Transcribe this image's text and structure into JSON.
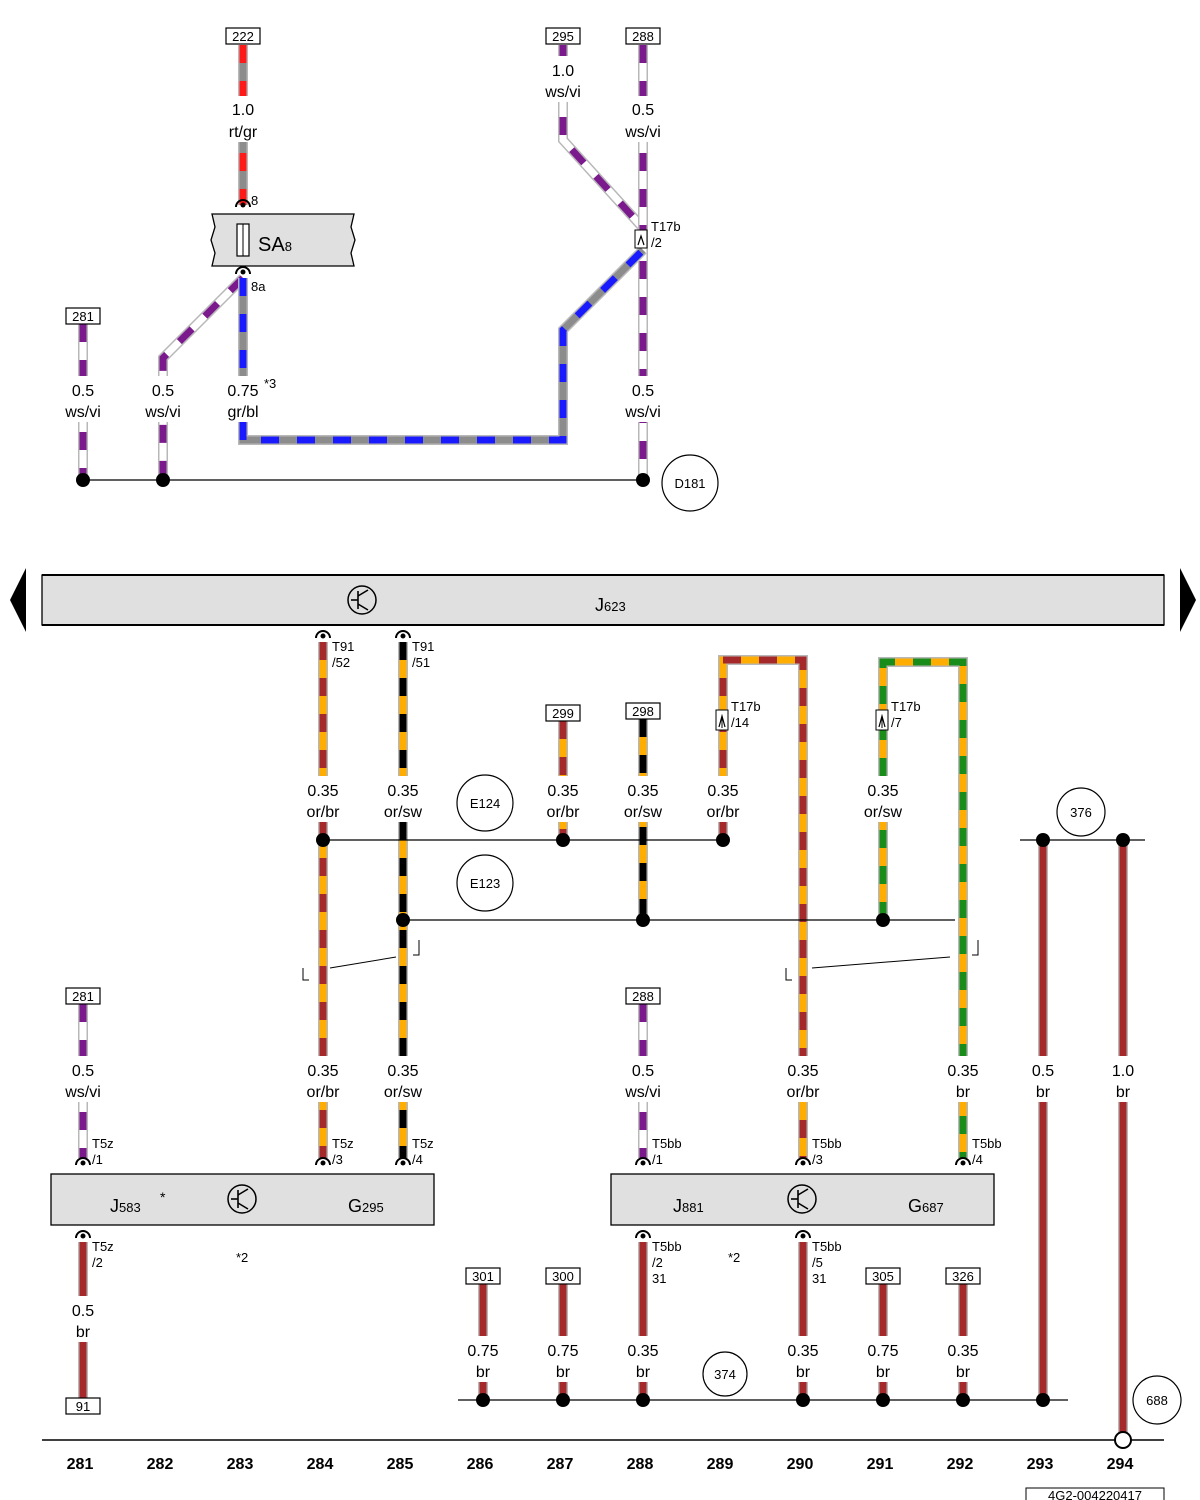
{
  "colors": {
    "ws": "#ffffff",
    "vi": "#7a1a8c",
    "rt": "#ff1a1a",
    "gr": "#8c8c8c",
    "bl": "#1a1aff",
    "or": "#ffad00",
    "br": "#a5282a",
    "sw": "#000000",
    "gn": "#1a8c1a"
  },
  "top": {
    "wires": {
      "w222_label": "222",
      "w222_size": "1.0",
      "w222_color": "rt/gr",
      "w295_label": "295",
      "w295_size": "1.0",
      "w295_color": "ws/vi",
      "w288_label": "288",
      "w288_size": "0.5",
      "w288_color": "ws/vi",
      "w281_label": "281",
      "w281_size": "0.5",
      "w281_color": "ws/vi",
      "w282_size": "0.5",
      "w282_color": "ws/vi",
      "w283_size": "0.75",
      "w283_color": "gr/bl",
      "w283_note": "*3",
      "w288b_size": "0.5",
      "w288b_color": "ws/vi"
    },
    "fuse": {
      "name": "SA",
      "sub": "8",
      "pin_in": "8",
      "pin_out": "8a"
    },
    "connector": {
      "name": "T17b",
      "pin": "/2"
    },
    "ground_point": "D181"
  },
  "ecu": {
    "name": "J",
    "sub": "623"
  },
  "mid": {
    "t91_52": {
      "name": "T91",
      "pin": "/52"
    },
    "t91_51": {
      "name": "T91",
      "pin": "/51"
    },
    "t17b_14": {
      "name": "T17b",
      "pin": "/14"
    },
    "t17b_7": {
      "name": "T17b",
      "pin": "/7"
    },
    "w284_size": "0.35",
    "w284_color": "or/br",
    "w285_size": "0.35",
    "w285_color": "or/sw",
    "w299_label": "299",
    "w287_size": "0.35",
    "w287_color": "or/br",
    "w298_label": "298",
    "w288_size": "0.35",
    "w288_color": "or/sw",
    "w289_size": "0.35",
    "w289_color": "or/br",
    "w291_size": "0.35",
    "w291_color": "or/sw",
    "e124": "E124",
    "e123": "E123",
    "p376": "376"
  },
  "lower": {
    "w281_label": "281",
    "w281_size": "0.5",
    "w281_color": "ws/vi",
    "w284_size": "0.35",
    "w284_color": "or/br",
    "w285_size": "0.35",
    "w285_color": "or/sw",
    "w288_label": "288",
    "w288_size": "0.5",
    "w288_color": "ws/vi",
    "w290_size": "0.35",
    "w290_color": "or/br",
    "w292_size": "0.35",
    "w292_color": "br",
    "w293_size": "0.5",
    "w293_color": "br",
    "w294_size": "1.0",
    "w294_color": "br",
    "t5z_1": {
      "name": "T5z",
      "pin": "/1"
    },
    "t5z_3": {
      "name": "T5z",
      "pin": "/3"
    },
    "t5z_4": {
      "name": "T5z",
      "pin": "/4"
    },
    "t5z_2": {
      "name": "T5z",
      "pin": "/2"
    },
    "t5bb_1": {
      "name": "T5bb",
      "pin": "/1"
    },
    "t5bb_3": {
      "name": "T5bb",
      "pin": "/3"
    },
    "t5bb_4": {
      "name": "T5bb",
      "pin": "/4"
    },
    "t5bb_2": {
      "name": "T5bb",
      "pin": "/2",
      "extra": "31"
    },
    "t5bb_5": {
      "name": "T5bb",
      "pin": "/5",
      "extra": "31"
    },
    "j583": {
      "name": "J",
      "sub": "583",
      "note": "*"
    },
    "g295": {
      "name": "G",
      "sub": "295"
    },
    "j881": {
      "name": "J",
      "sub": "881"
    },
    "g687": {
      "name": "G",
      "sub": "687"
    },
    "note2a": "*2",
    "note2b": "*2",
    "w281b_size": "0.5",
    "w281b_color": "br",
    "w281b_label": "91",
    "w286_label": "301",
    "w286_size": "0.75",
    "w286_color": "br",
    "w287_label": "300",
    "w287_size": "0.75",
    "w287_color": "br",
    "w288b_size": "0.35",
    "w288b_color": "br",
    "w290b_size": "0.35",
    "w290b_color": "br",
    "w291_label": "305",
    "w291_size": "0.75",
    "w291_color": "br",
    "w292_label": "326",
    "p374": "374",
    "p688": "688"
  },
  "columns": [
    "281",
    "282",
    "283",
    "284",
    "285",
    "286",
    "287",
    "288",
    "289",
    "290",
    "291",
    "292",
    "293",
    "294"
  ],
  "doc_id": "4G2-004220417"
}
